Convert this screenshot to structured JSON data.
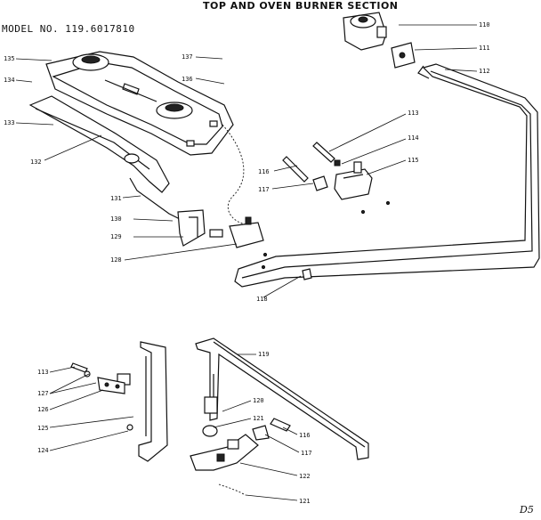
{
  "title": "TOP AND OVEN BURNER SECTION",
  "model": "MODEL NO. 119.6017810",
  "page": "D5",
  "callouts": {
    "c110": "110",
    "c111": "111",
    "c112": "112",
    "c113a": "113",
    "c114": "114",
    "c115": "115",
    "c116a": "116",
    "c117a": "117",
    "c118": "118",
    "c135": "135",
    "c137": "137",
    "c134": "134",
    "c136": "136",
    "c133": "133",
    "c132": "132",
    "c131": "131",
    "c130": "130",
    "c129": "129",
    "c128": "128",
    "c113b": "113",
    "c127": "127",
    "c126": "126",
    "c125": "125",
    "c124": "124",
    "c119": "119",
    "c120": "120",
    "c121a": "121",
    "c116b": "116",
    "c117b": "117",
    "c122": "122",
    "c121b": "121"
  }
}
